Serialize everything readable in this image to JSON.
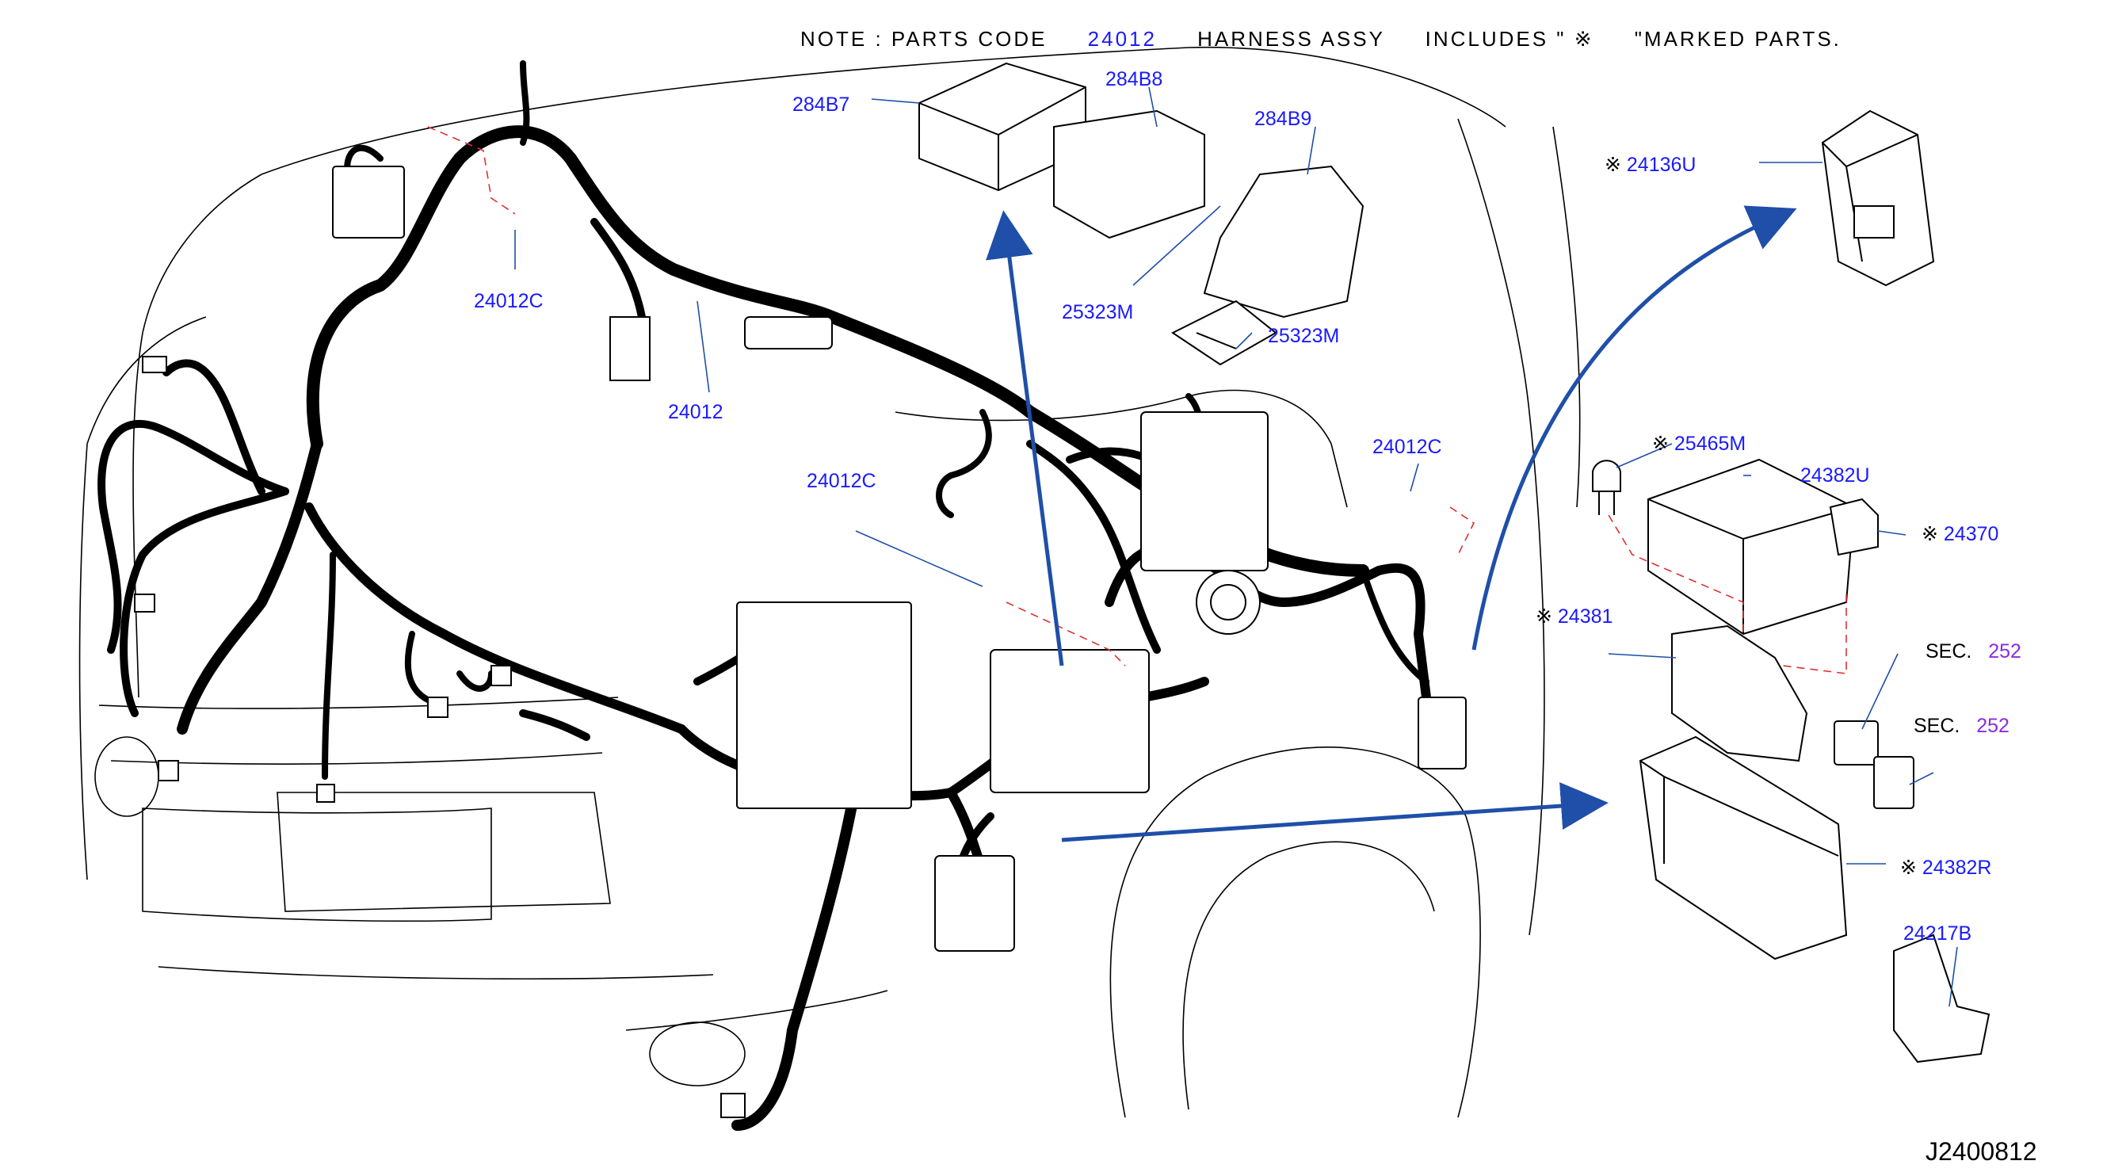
{
  "note": {
    "prefix": "NOTE : PARTS CODE",
    "code": "24012",
    "mid": "HARNESS ASSY",
    "includes": "INCLUDES \"",
    "mark": "※",
    "suffix": "\"MARKED PARTS."
  },
  "mark_symbol": "※",
  "labels": {
    "p284B7": "284B7",
    "p284B8": "284B8",
    "p284B9": "284B9",
    "p24136U": "24136U",
    "p24012C_a": "24012C",
    "p24012": "24012",
    "p25323M_a": "25323M",
    "p25323M_b": "25323M",
    "p24012C_b": "24012C",
    "p24012C_c": "24012C",
    "p25465M": "25465M",
    "p24382U": "24382U",
    "p24370": "24370",
    "p24381": "24381",
    "sec_a": "SEC.",
    "sec_a_num": "252",
    "sec_b": "SEC.",
    "sec_b_num": "252",
    "p24382R": "24382R",
    "p24217B": "24217B"
  },
  "diagram_code": "J2400812",
  "colors": {
    "label_blue": "#1a1aff",
    "section_purple": "#8a2be2",
    "arrow_blue": "#1f4fa8",
    "dash_red": "#e03030",
    "harness": "#000000"
  }
}
